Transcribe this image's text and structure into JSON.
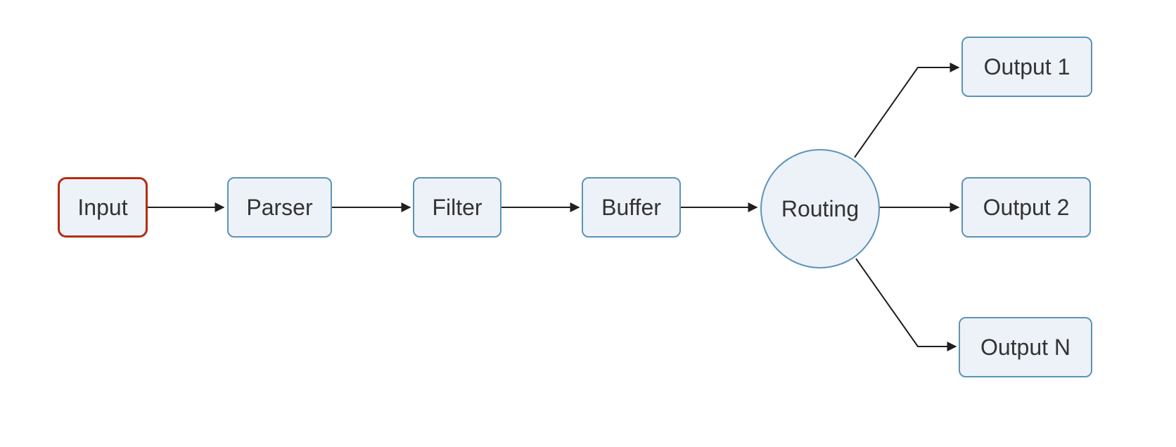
{
  "diagram": {
    "type": "flowchart",
    "background_color": "#ffffff",
    "text_color": "#333333",
    "node_fill_color": "#edf2f8",
    "node_border_color": "#5b94b8",
    "input_border_color": "#b32d0f",
    "edge_color": "#1f1f1f",
    "nodes": {
      "input": {
        "label": "Input",
        "shape": "rounded-rect",
        "accent": "red-border"
      },
      "parser": {
        "label": "Parser",
        "shape": "rounded-rect"
      },
      "filter": {
        "label": "Filter",
        "shape": "rounded-rect"
      },
      "buffer": {
        "label": "Buffer",
        "shape": "rounded-rect"
      },
      "routing": {
        "label": "Routing",
        "shape": "circle"
      },
      "output1": {
        "label": "Output 1",
        "shape": "rounded-rect"
      },
      "output2": {
        "label": "Output 2",
        "shape": "rounded-rect"
      },
      "outputN": {
        "label": "Output N",
        "shape": "rounded-rect"
      }
    },
    "edges": [
      {
        "from": "input",
        "to": "parser",
        "arrow": true
      },
      {
        "from": "parser",
        "to": "filter",
        "arrow": true
      },
      {
        "from": "filter",
        "to": "buffer",
        "arrow": true
      },
      {
        "from": "buffer",
        "to": "routing",
        "arrow": true
      },
      {
        "from": "routing",
        "to": "output1",
        "arrow": true
      },
      {
        "from": "routing",
        "to": "output2",
        "arrow": true
      },
      {
        "from": "routing",
        "to": "outputN",
        "arrow": true
      }
    ]
  }
}
